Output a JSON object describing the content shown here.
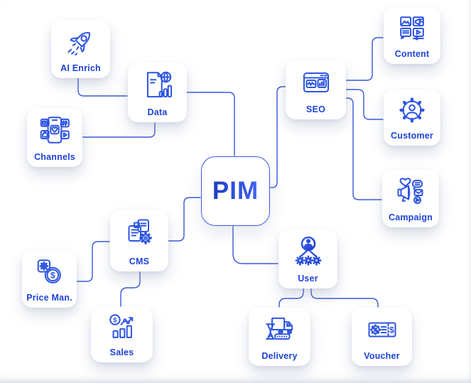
{
  "diagram": {
    "center": {
      "label": "PIM"
    },
    "nodes": [
      {
        "id": "ai_enrich",
        "label": "AI Enrich",
        "icon": "rocket-icon"
      },
      {
        "id": "data",
        "label": "Data",
        "icon": "document-chart-globe-icon"
      },
      {
        "id": "channels",
        "label": "Channels",
        "icon": "phone-social-channels-icon"
      },
      {
        "id": "seo",
        "label": "SEO",
        "icon": "browser-analytics-icon"
      },
      {
        "id": "content",
        "label": "Content",
        "icon": "media-grid-icon"
      },
      {
        "id": "customer",
        "label": "Customer",
        "icon": "person-gear-icon"
      },
      {
        "id": "campaign",
        "label": "Campaign",
        "icon": "megaphone-marketing-icon"
      },
      {
        "id": "cms",
        "label": "CMS",
        "icon": "documents-gear-icon"
      },
      {
        "id": "price_man",
        "label": "Price Man.",
        "icon": "gear-coin-icon"
      },
      {
        "id": "sales",
        "label": "Sales",
        "icon": "coin-trend-bars-icon"
      },
      {
        "id": "user",
        "label": "User",
        "icon": "user-gears-icon"
      },
      {
        "id": "delivery",
        "label": "Delivery",
        "icon": "truck-hourglass-icon"
      },
      {
        "id": "voucher",
        "label": "Voucher",
        "icon": "ticket-discount-icon"
      }
    ],
    "edges": [
      [
        "ai_enrich",
        "data"
      ],
      [
        "channels",
        "data"
      ],
      [
        "data",
        "pim"
      ],
      [
        "seo",
        "pim"
      ],
      [
        "cms",
        "pim"
      ],
      [
        "pim",
        "user"
      ],
      [
        "price_man",
        "cms"
      ],
      [
        "cms",
        "sales"
      ],
      [
        "user",
        "delivery"
      ],
      [
        "user",
        "voucher"
      ],
      [
        "seo",
        "content"
      ],
      [
        "seo",
        "customer"
      ],
      [
        "seo",
        "campaign"
      ]
    ],
    "colors": {
      "accent_blue": "#2e55e2",
      "label_blue": "#1e43d8",
      "line_blue": "#3a57da",
      "pim_gradient_start": "#1e3dc6",
      "pim_gradient_end": "#4064f0",
      "card_background": "#ffffff"
    }
  }
}
